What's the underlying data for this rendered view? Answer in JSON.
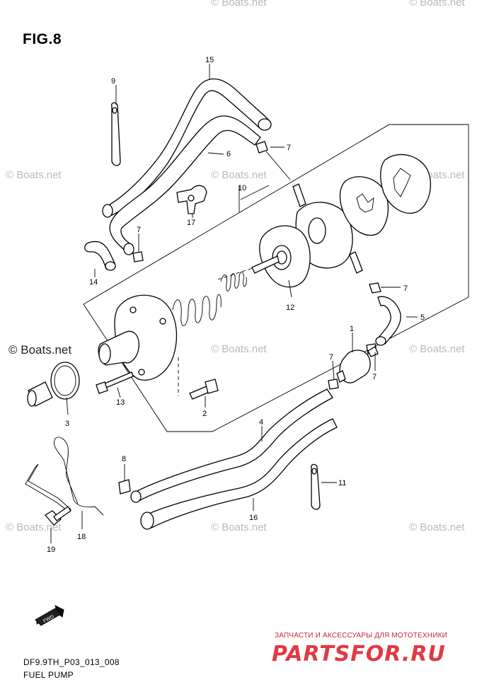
{
  "figure": {
    "title": "FIG.8",
    "code": "DF9.9TH_P03_013_008",
    "name": "FUEL PUMP",
    "fwd_label": "FWD"
  },
  "callouts": [
    "1",
    "2",
    "3",
    "4",
    "5",
    "6",
    "7",
    "7",
    "7",
    "7",
    "7",
    "8",
    "9",
    "10",
    "11",
    "12",
    "13",
    "14",
    "15",
    "16",
    "17",
    "18",
    "19"
  ],
  "watermarks": {
    "text": "© Boats.net",
    "shop_tagline": "ЗАПЧАСТИ И АКСЕССУАРЫ ДЛЯ МОТОТЕХНИКИ",
    "shop_logo": "PARTSFOR.RU"
  },
  "colors": {
    "line": "#000000",
    "watermark": "#b9b9b9",
    "shop": "#e03a44"
  }
}
